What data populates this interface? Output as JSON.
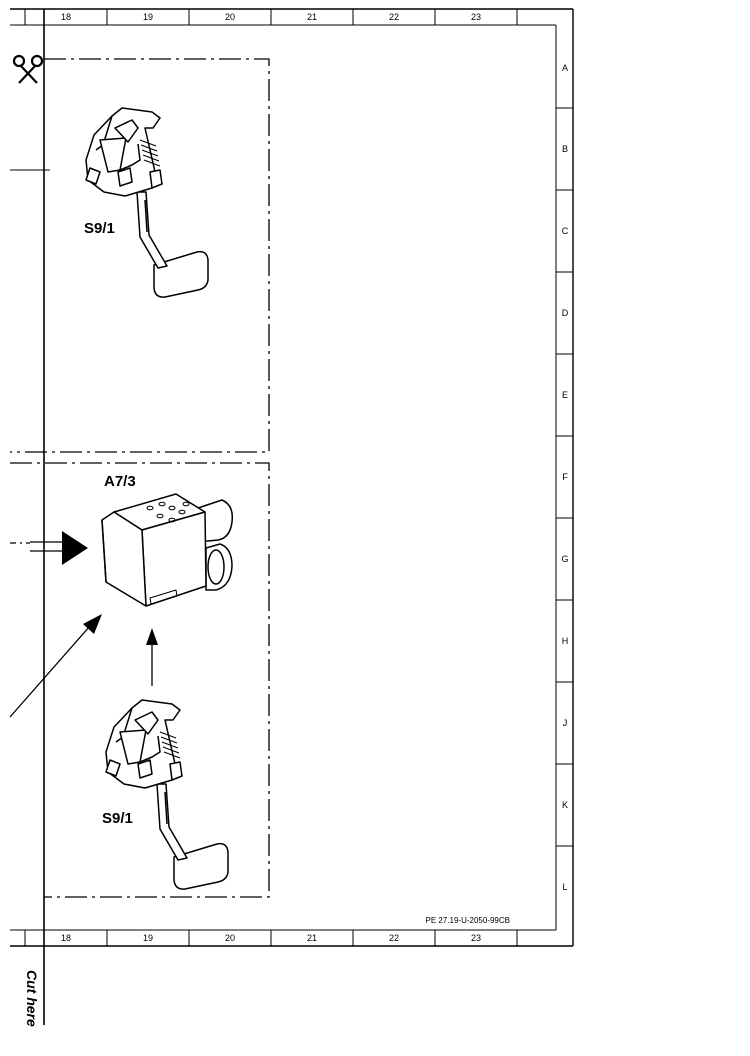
{
  "sheet": {
    "columns": [
      "18",
      "19",
      "20",
      "21",
      "22",
      "23"
    ],
    "rows": [
      "A",
      "B",
      "C",
      "D",
      "E",
      "F",
      "G",
      "H",
      "J",
      "K",
      "L"
    ],
    "reference": "PE 27.19-U-2050-99CB",
    "cut_text": "Cut here"
  },
  "components": {
    "pedal_top_label": "S9/1",
    "module_label": "A7/3",
    "pedal_bottom_label": "S9/1"
  },
  "icons": [
    "scissors-icon",
    "arrow-right-icon",
    "arrow-up-icon",
    "arrow-diagonal-icon"
  ]
}
